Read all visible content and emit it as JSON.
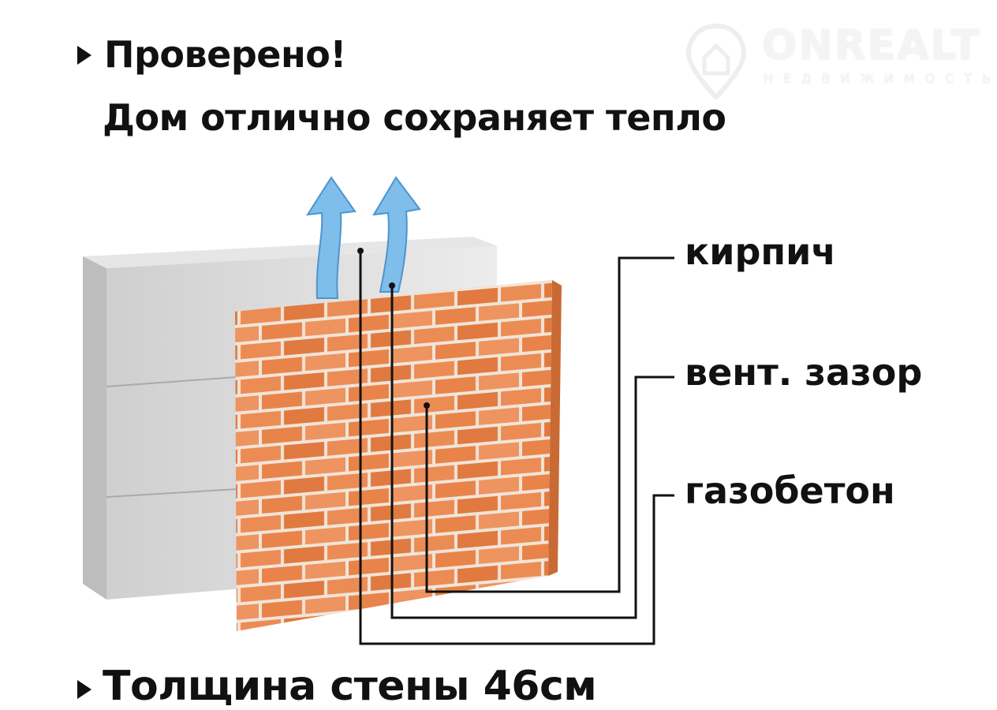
{
  "header": {
    "line1": "Проверено!",
    "line2": "Дом отлично сохраняет тепло"
  },
  "labels": {
    "brick": "кирпич",
    "gap": "вент. зазор",
    "aerated_concrete": "газобетон"
  },
  "footer": {
    "text": "Толщина стены 46см"
  },
  "watermark": {
    "brand": "ONREALT",
    "subtitle": "НЕДВИЖИМОСТЬ"
  },
  "colors": {
    "brick": "#e8844a",
    "mortar": "#f4e6da",
    "block": "#d9d9d9",
    "arrow": "#6fb3e6",
    "text": "#111111"
  }
}
